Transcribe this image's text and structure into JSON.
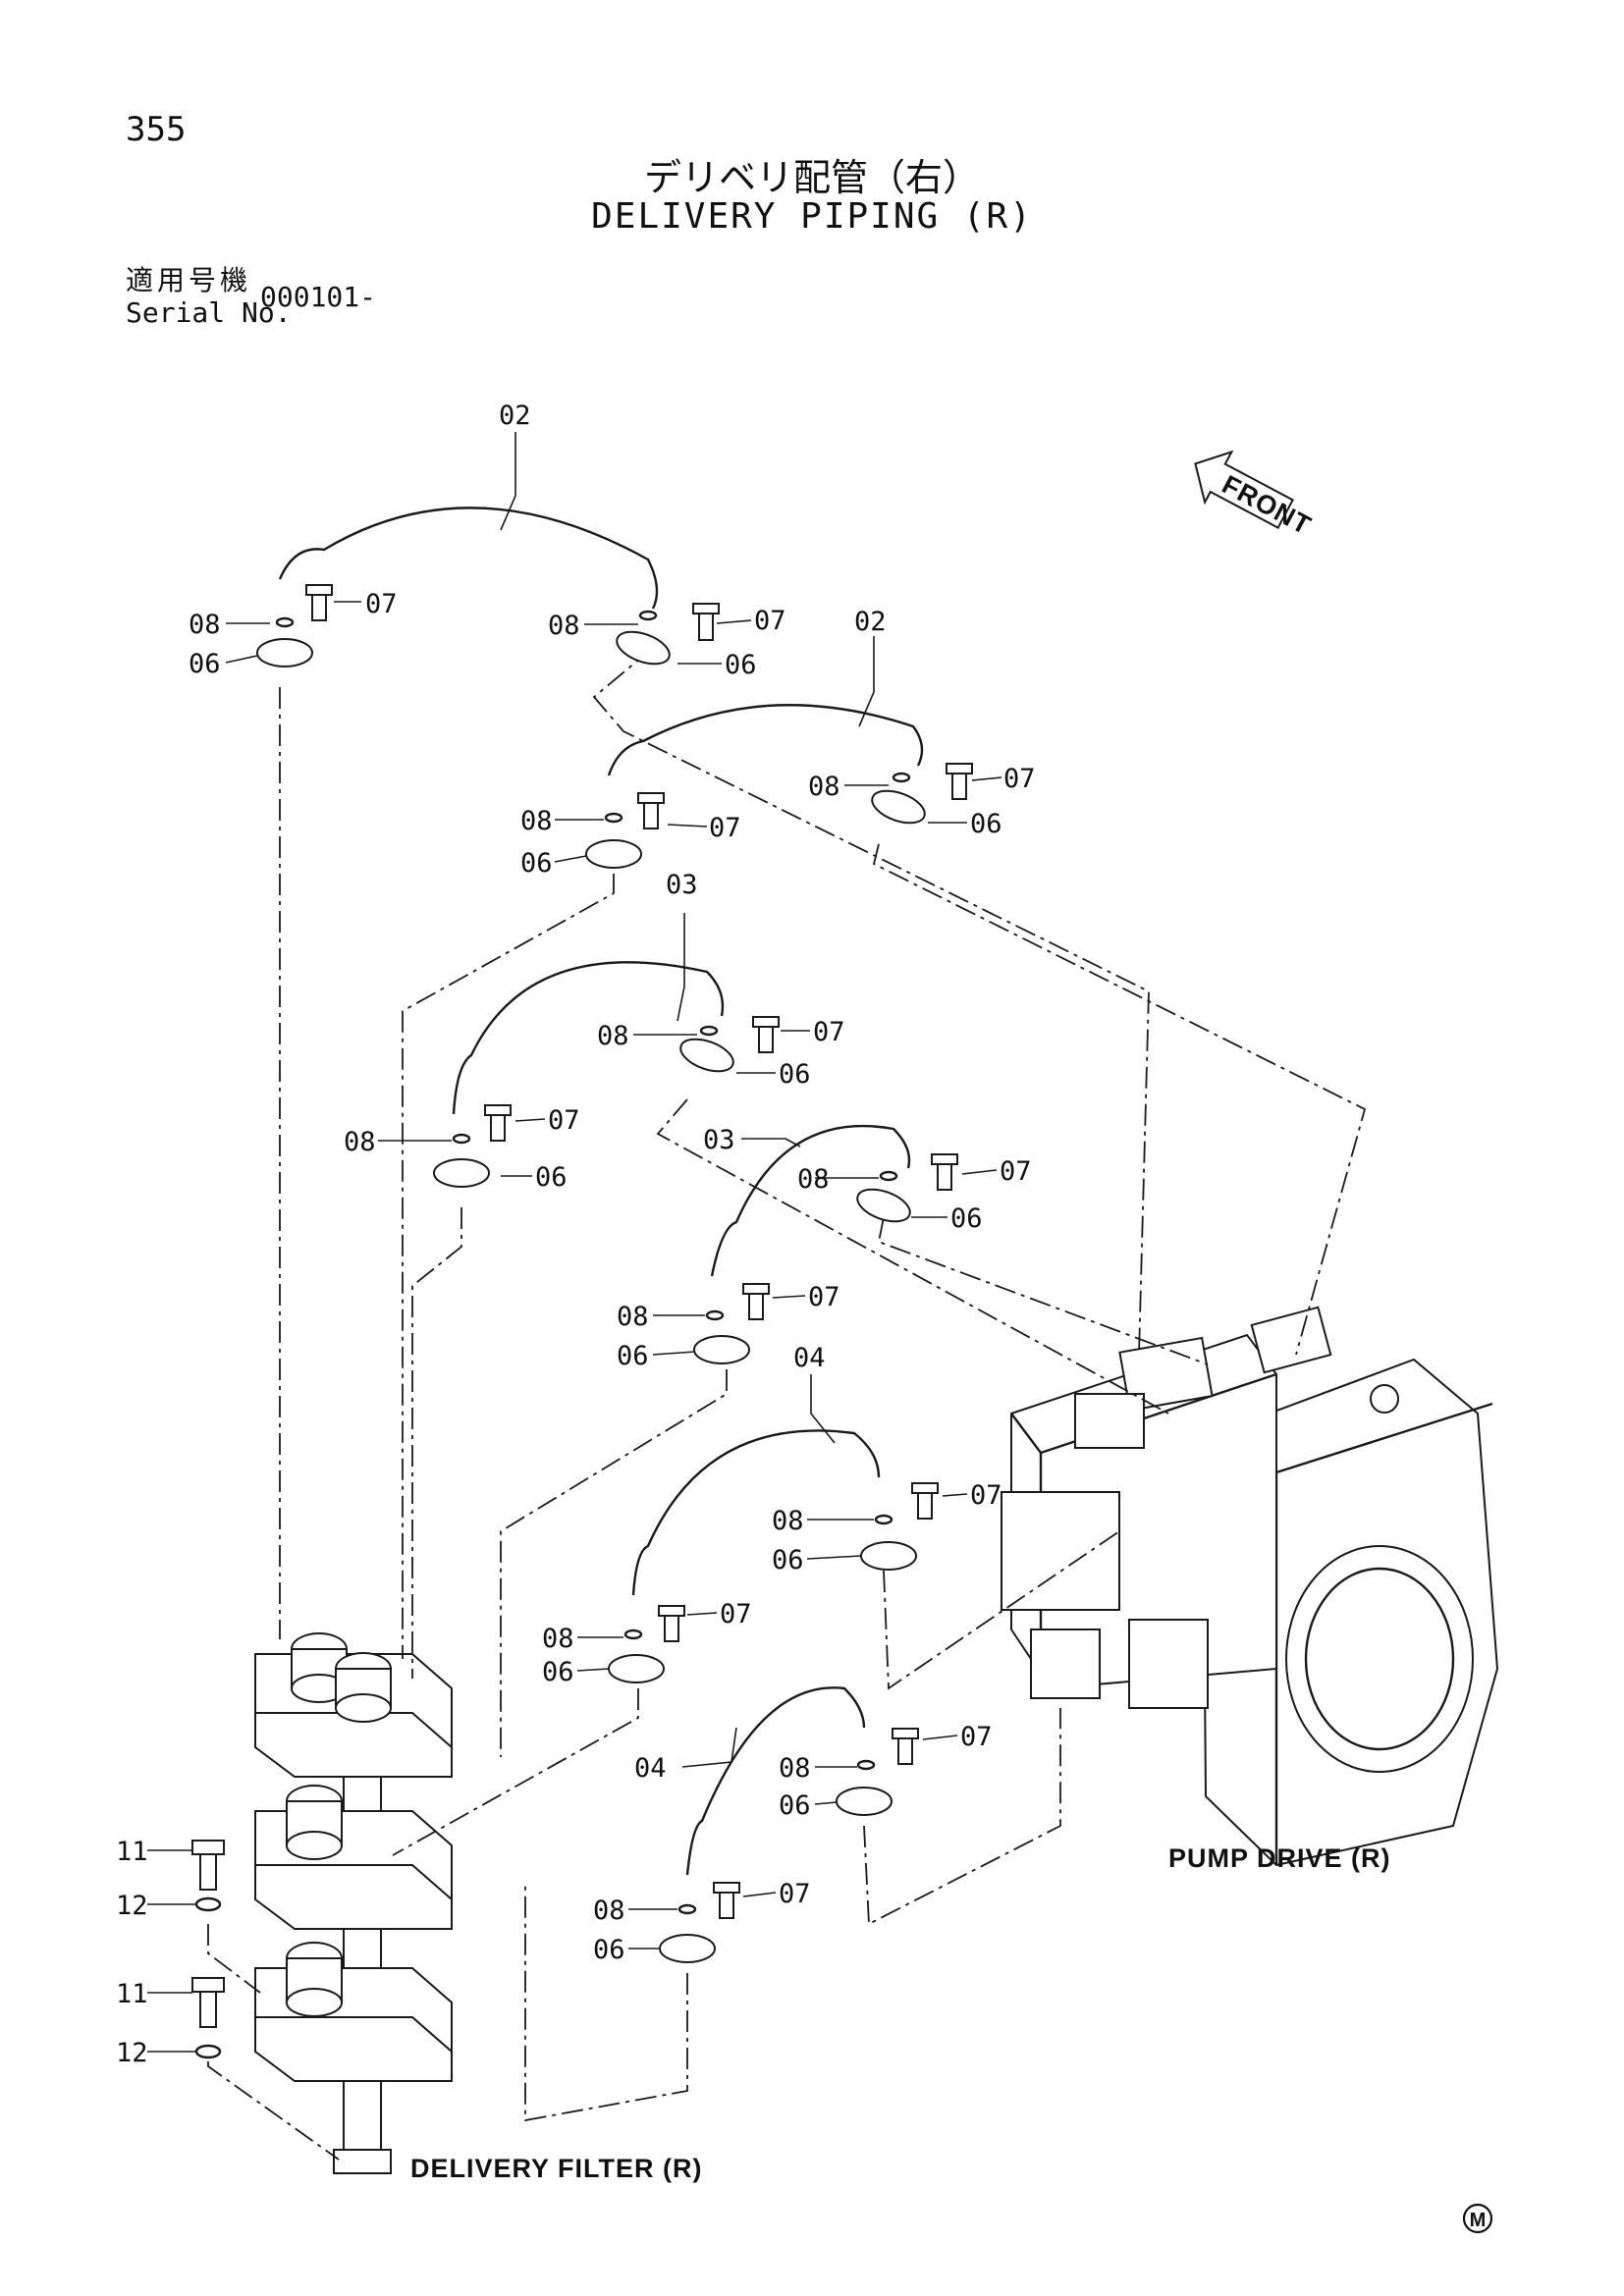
{
  "page_number": "355",
  "title_jp": "デリベリ配管（右）",
  "title_en": "DELIVERY PIPING (R)",
  "serial_label_jp": "適用号機",
  "serial_label_en": "Serial No.",
  "serial_value": "000101-",
  "front_label": "FRONT",
  "captions": {
    "pump_drive": "PUMP  DRIVE (R)",
    "delivery_filter": "DELIVERY  FILTER (R)"
  },
  "mark": "M",
  "part_labels": {
    "p02": "02",
    "p03": "03",
    "p04": "04",
    "p06": "06",
    "p07": "07",
    "p08": "08",
    "p11": "11",
    "p12": "12"
  }
}
